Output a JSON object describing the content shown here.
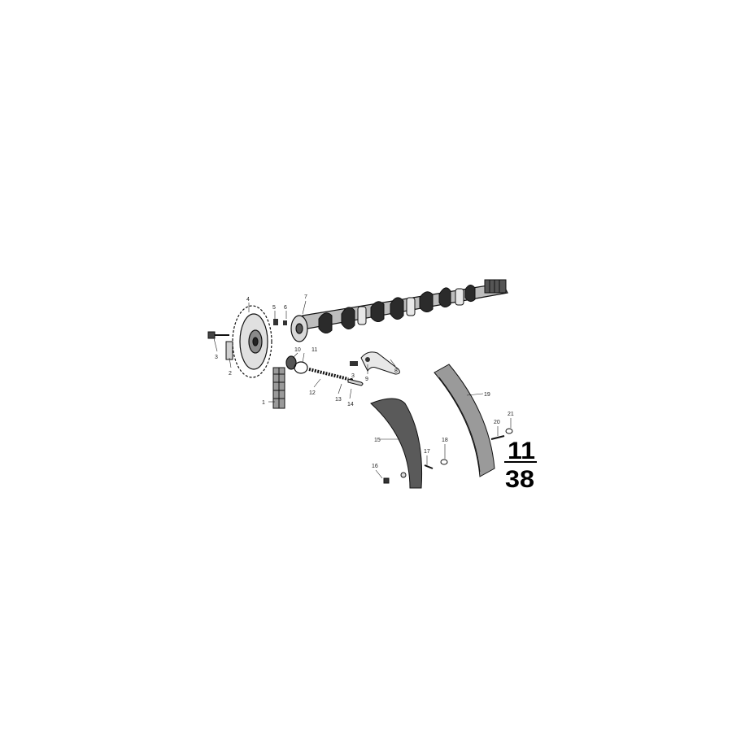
{
  "diagram": {
    "callouts": [
      "1",
      "2",
      "3",
      "4",
      "5",
      "6",
      "7",
      "8",
      "9",
      "10",
      "11",
      "12",
      "13",
      "14",
      "15",
      "16",
      "17",
      "18",
      "19",
      "20",
      "21"
    ],
    "callout_extra": [
      "3"
    ],
    "reference": {
      "group": "11",
      "figure": "38"
    }
  },
  "colors": {
    "ink": "#111111",
    "paper": "#ffffff"
  }
}
